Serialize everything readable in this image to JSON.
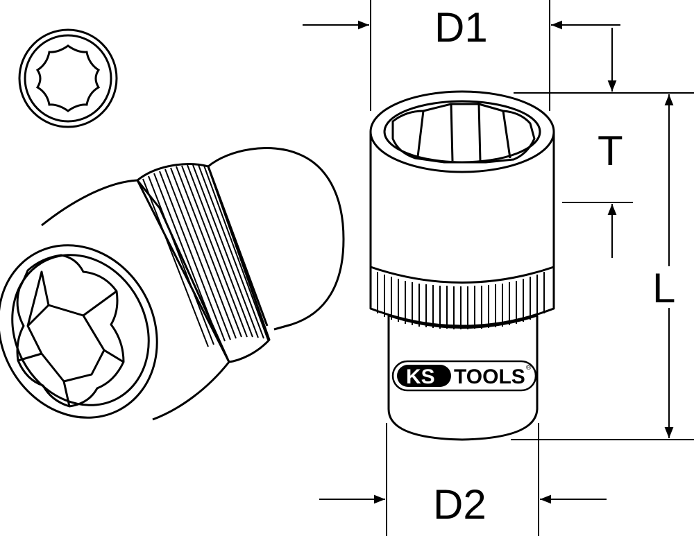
{
  "labels": {
    "d1": "D1",
    "d2": "D2",
    "t": "T",
    "l": "L"
  },
  "brand": {
    "ks": "KS",
    "tools": "TOOLS",
    "registered": "®"
  },
  "colors": {
    "line": "#000000",
    "background": "#ffffff"
  },
  "icons": {
    "top_view": "hexagon-profile-icon",
    "socket_perspective": "socket-perspective-drawing",
    "socket_side": "socket-side-drawing"
  }
}
